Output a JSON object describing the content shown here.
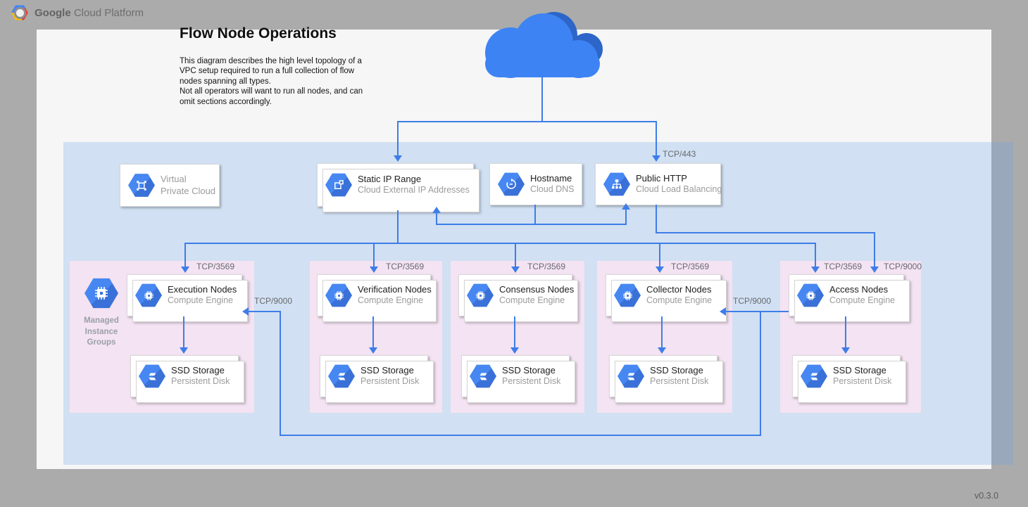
{
  "header": {
    "brand_bold": "Google",
    "brand_rest": "Cloud Platform"
  },
  "page": {
    "title": "Flow Node Operations",
    "description": "This diagram describes the high level topology of a VPC setup required to run a full collection of flow nodes spanning all types.\nNot all operators will want to run all nodes, and can omit sections accordingly.",
    "version": "v0.3.0"
  },
  "cards": {
    "vpc": {
      "label": "Virtual\nPrivate Cloud"
    },
    "static_ip": {
      "title": "Static IP Range",
      "subtitle": "Cloud External IP Addresses"
    },
    "hostname": {
      "title": "Hostname",
      "subtitle": "Cloud DNS"
    },
    "public_http": {
      "title": "Public HTTP",
      "subtitle": "Cloud Load Balancing"
    }
  },
  "ports": {
    "https": "TCP/443",
    "feedback": "TCP/9000"
  },
  "mig": {
    "label": "Managed\nInstance\nGroups"
  },
  "groups": [
    {
      "name": "Execution Nodes",
      "platform": "Compute Engine",
      "storage": "SSD Storage",
      "storage_platform": "Persistent Disk",
      "port": "TCP/3569"
    },
    {
      "name": "Verification Nodes",
      "platform": "Compute Engine",
      "storage": "SSD Storage",
      "storage_platform": "Persistent Disk",
      "port": "TCP/3569"
    },
    {
      "name": "Consensus Nodes",
      "platform": "Compute Engine",
      "storage": "SSD Storage",
      "storage_platform": "Persistent Disk",
      "port": "TCP/3569"
    },
    {
      "name": "Collector Nodes",
      "platform": "Compute Engine",
      "storage": "SSD Storage",
      "storage_platform": "Persistent Disk",
      "port": "TCP/3569"
    },
    {
      "name": "Access Nodes",
      "platform": "Compute Engine",
      "storage": "SSD Storage",
      "storage_platform": "Persistent Disk",
      "port": "TCP/3569",
      "port2": "TCP/9000"
    }
  ]
}
